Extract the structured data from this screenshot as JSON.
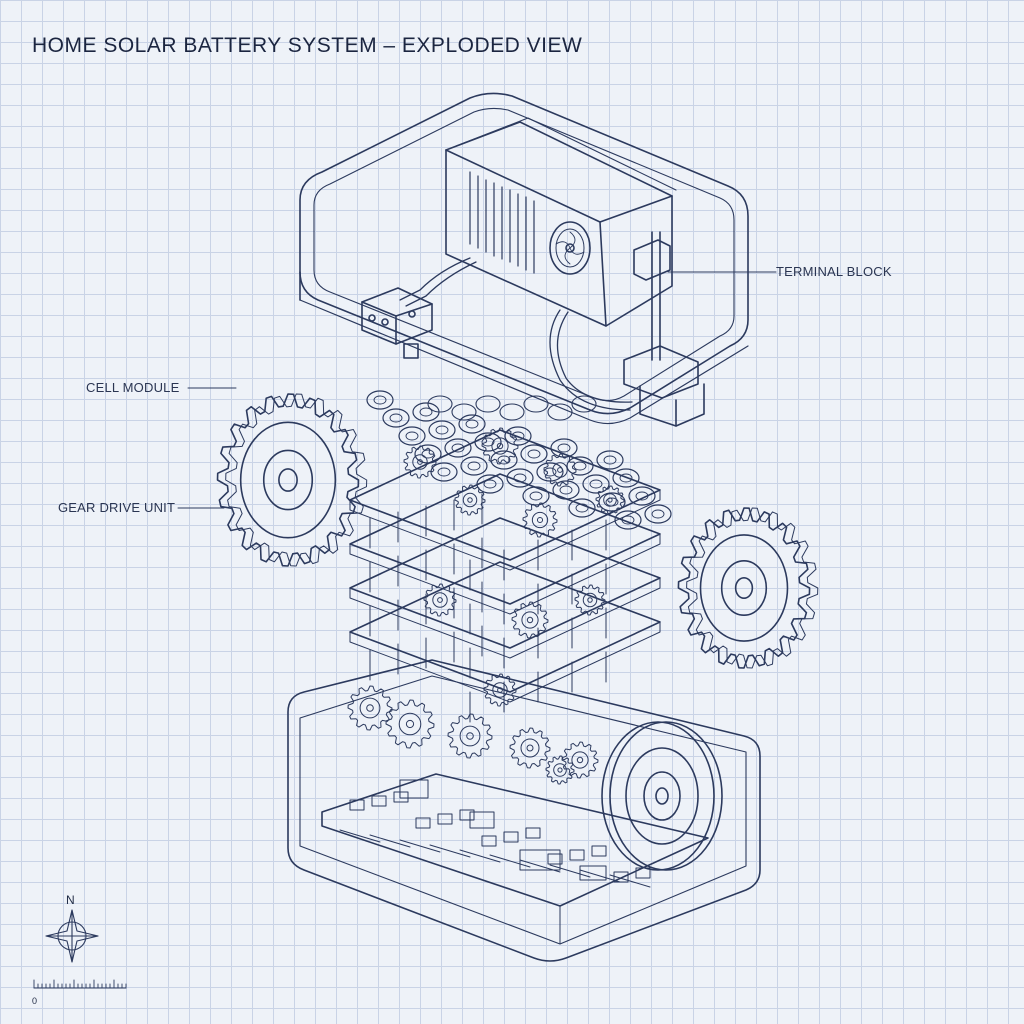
{
  "title": "HOME SOLAR BATTERY SYSTEM – EXPLODED VIEW",
  "labels": {
    "terminal_block": "TERMINAL BLOCK",
    "cell_module": "CELL MODULE",
    "gear_drive_unit": "GEAR DRIVE UNIT"
  },
  "compass": {
    "north": "N"
  },
  "scale_bar": {
    "zero": "0"
  },
  "colors": {
    "ink": "#2c3a5e",
    "ink_light": "#5a6a8f",
    "paper": "#eef2f8",
    "grid": "#c9d3e6"
  }
}
